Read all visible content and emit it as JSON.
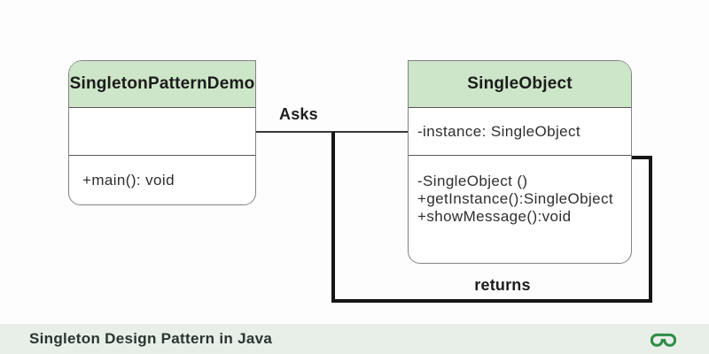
{
  "diagram": {
    "classes": [
      {
        "name": "SingletonPatternDemo",
        "attributes": [],
        "methods": [
          "+main(): void"
        ]
      },
      {
        "name": "SingleObject",
        "attributes": [
          "-instance: SingleObject"
        ],
        "methods": [
          "-SingleObject ()",
          "+getInstance():SingleObject",
          "+showMessage():void"
        ]
      }
    ],
    "edge_labels": {
      "asks": "Asks",
      "returns": "returns"
    }
  },
  "footer": {
    "caption": "Singleton Design Pattern in Java",
    "logo_icon": "geeksforgeeks-logo"
  },
  "colors": {
    "class_header_fill": "#cde5c8",
    "box_border": "#828282",
    "section_divider": "#565656",
    "connector_black": "#161616",
    "footer_background": "#e8efe9",
    "logo_green": "#2f8d46",
    "text_dark": "#1b1b1b"
  }
}
